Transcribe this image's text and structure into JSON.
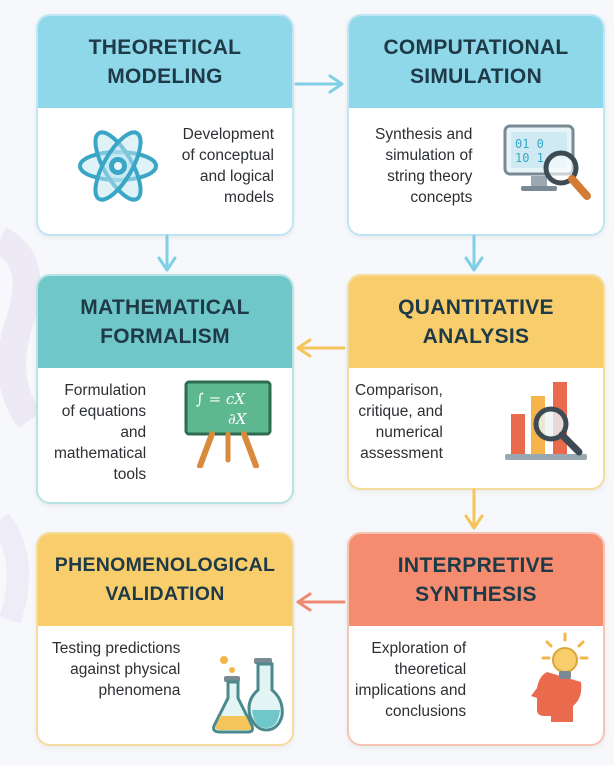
{
  "cards": [
    {
      "title_lines": [
        "THEORETICAL",
        "MODELING"
      ],
      "desc_lines": [
        "Development",
        "of conceptual",
        "and logical",
        "models"
      ],
      "icon": "atom-icon"
    },
    {
      "title_lines": [
        "COMPUTATIONAL",
        "SIMULATION"
      ],
      "desc_lines": [
        "Synthesis and",
        "simulation of",
        "string theory",
        "concepts"
      ],
      "icon": "computer-magnifier-icon"
    },
    {
      "title_lines": [
        "MATHEMATICAL",
        "FORMALISM"
      ],
      "desc_lines": [
        "Formulation",
        "of equations",
        "and",
        "mathematical",
        "tools"
      ],
      "icon": "chalkboard-icon",
      "board_lines": [
        "∫ = cX",
        "∂X"
      ]
    },
    {
      "title_lines": [
        "QUANTITATIVE",
        "ANALYSIS"
      ],
      "desc_lines": [
        "Comparison,",
        "critique, and",
        "numerical",
        "assessment"
      ],
      "icon": "bar-chart-magnifier-icon"
    },
    {
      "title_lines": [
        "PHENOMENOLOGICAL",
        "VALIDATION"
      ],
      "desc_lines": [
        "Testing predictions",
        "against physical",
        "phenomena"
      ],
      "icon": "lab-flasks-icon"
    },
    {
      "title_lines": [
        "INTERPRETIVE",
        "SYNTHESIS"
      ],
      "desc_lines": [
        "Exploration of",
        "theoretical",
        "implications and",
        "conclusions"
      ],
      "icon": "head-lightbulb-icon"
    }
  ],
  "colors": {
    "blue": "#8fd8ea",
    "teal": "#6fc7c9",
    "yellow": "#f8cd6b",
    "coral": "#f58b6f",
    "arrow_blue": "#7fd0e6",
    "arrow_yellow": "#f3c55a",
    "arrow_coral": "#ee8a74"
  }
}
